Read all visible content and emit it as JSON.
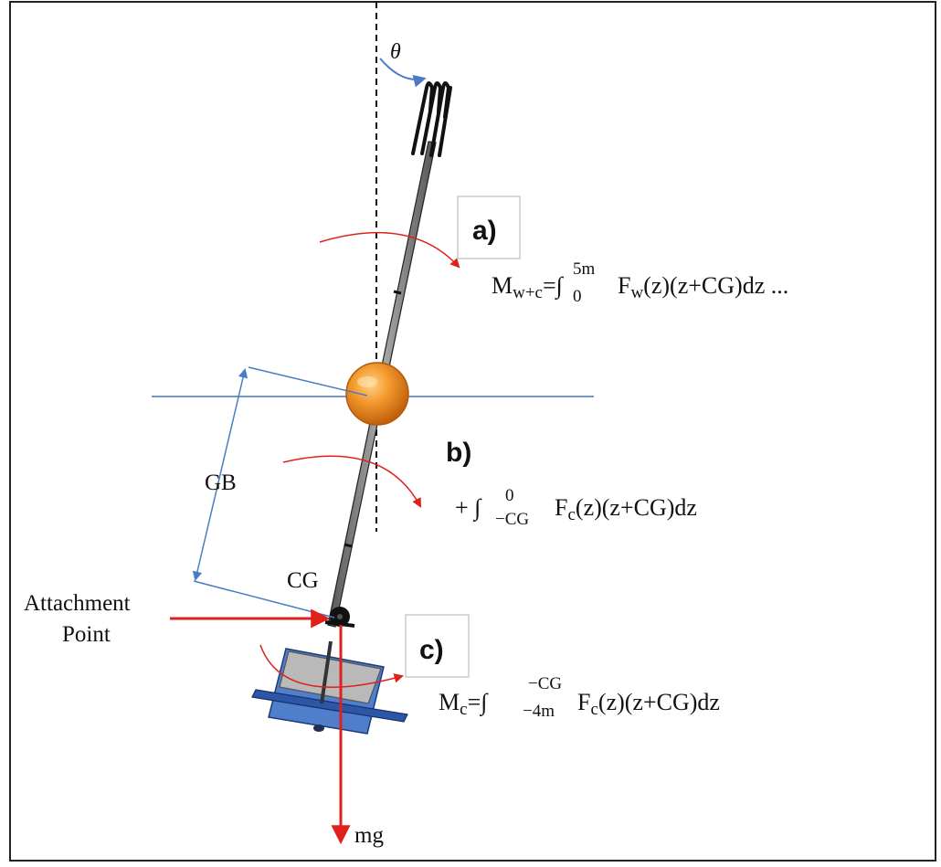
{
  "labels": {
    "theta": "θ",
    "gb": "GB",
    "cg": "CG",
    "attachment_line1": "Attachment",
    "attachment_line2": "Point",
    "mg": "mg",
    "box_a": "a)",
    "box_b": "b)",
    "box_c": "c)"
  },
  "equations": {
    "a": {
      "lhs_main": "M",
      "lhs_sub": "w+c",
      "eq_integral": "=∫",
      "lower": "0",
      "upper": "5m",
      "f_main": "F",
      "f_sub": "w",
      "rest": "(z)(z+CG)dz ..."
    },
    "b": {
      "plus_integral": "+ ∫",
      "lower": "−CG",
      "upper": "0",
      "f_main": "F",
      "f_sub": "c",
      "rest": "(z)(z+CG)dz"
    },
    "c": {
      "lhs_main": "M",
      "lhs_sub": "c",
      "eq_integral": "=∫",
      "lower": "−4m",
      "upper": "−CG",
      "f_main": "F",
      "f_sub": "c",
      "rest": "(z)(z+CG)dz"
    }
  },
  "colors": {
    "moment_arrow": "#e0201b",
    "force_arrow": "#e0201b",
    "dimension": "#4a7bc4",
    "buoy": "#f08a1c",
    "mast": "#777777",
    "clump": "#3f6fbf"
  }
}
